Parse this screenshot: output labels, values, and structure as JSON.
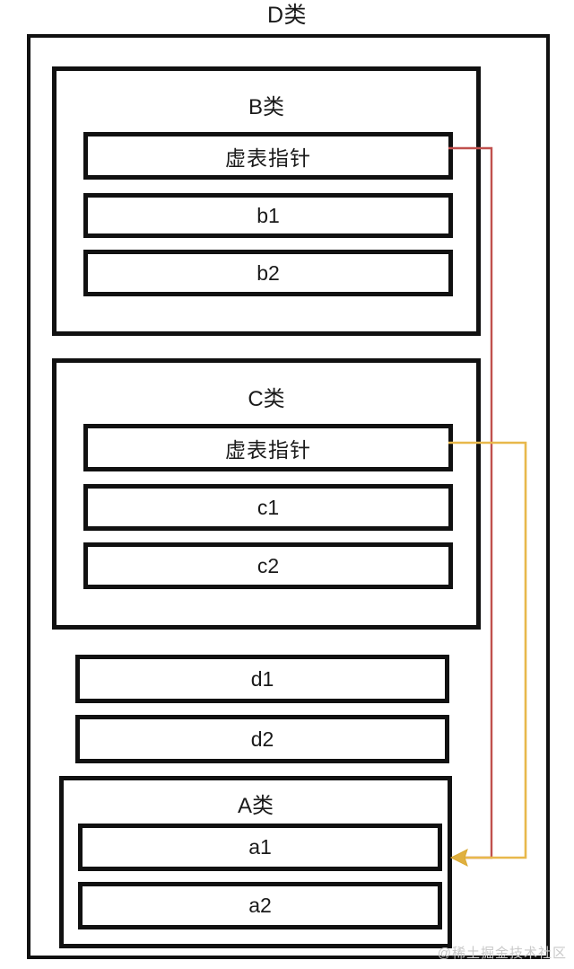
{
  "diagram": {
    "title": "D类",
    "watermark": "@稀土掘金技术社区",
    "classes": {
      "b": {
        "label": "B类",
        "fields": [
          "虚表指针",
          "b1",
          "b2"
        ]
      },
      "c": {
        "label": "C类",
        "fields": [
          "虚表指针",
          "c1",
          "c2"
        ]
      },
      "d": {
        "label": "D类",
        "fields": [
          "d1",
          "d2"
        ]
      },
      "a": {
        "label": "A类",
        "fields": [
          "a1",
          "a2"
        ]
      }
    },
    "connectors": [
      {
        "name": "b-vptr-to-a1",
        "from": "B类 虚表指针",
        "to": "A类 a1",
        "color": "#c0504d",
        "arrow": false
      },
      {
        "name": "c-vptr-to-a1",
        "from": "C类 虚表指针",
        "to": "A类 a1",
        "color": "#e8b84b",
        "arrow": true
      }
    ],
    "colors": {
      "stroke": "#111111",
      "background": "#ffffff",
      "text": "#1a1a1a",
      "red_wire": "#c0504d",
      "yellow_wire": "#e8b84b",
      "watermark": "#c9c9c9"
    }
  }
}
